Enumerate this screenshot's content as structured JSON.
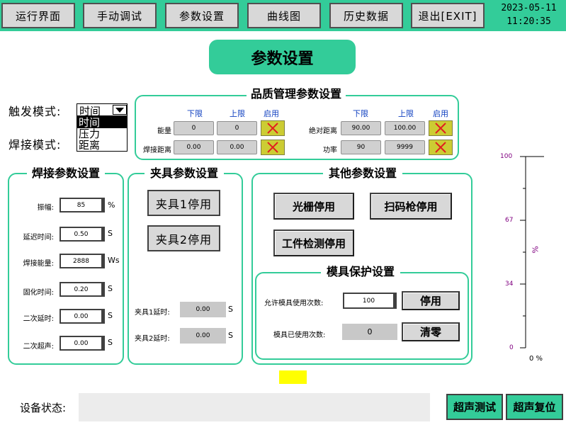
{
  "nav": {
    "run": "运行界面",
    "manual": "手动调试",
    "params": "参数设置",
    "curve": "曲线图",
    "history": "历史数据",
    "exit": "退出[EXIT]"
  },
  "clock": {
    "date": "2023-05-11",
    "time": "11:20:35"
  },
  "page_title": "参数设置",
  "trigger": {
    "label": "触发模式:",
    "selected": "时间",
    "options": [
      "时间",
      "压力",
      "距离"
    ]
  },
  "weld_mode": {
    "label": "焊接模式:"
  },
  "quality": {
    "title": "品质管理参数设置",
    "hdr_lower": "下限",
    "hdr_upper": "上限",
    "hdr_enable": "启用",
    "rows_left": [
      {
        "label": "能量",
        "lower": "0",
        "upper": "0"
      },
      {
        "label": "焊接距离",
        "lower": "0.00",
        "upper": "0.00"
      }
    ],
    "rows_right": [
      {
        "label": "绝对距离",
        "lower": "90.00",
        "upper": "100.00"
      },
      {
        "label": "功率",
        "lower": "90",
        "upper": "9999"
      }
    ]
  },
  "weld_params": {
    "title": "焊接参数设置",
    "rows": [
      {
        "label": "振幅:",
        "value": "85",
        "unit": "%"
      },
      {
        "label": "延迟时间:",
        "value": "0.50",
        "unit": "S"
      },
      {
        "label": "焊接能量:",
        "value": "2888",
        "unit": "Ws"
      },
      {
        "label": "固化时间:",
        "value": "0.20",
        "unit": "S"
      },
      {
        "label": "二次延时:",
        "value": "0.00",
        "unit": "S"
      },
      {
        "label": "二次超声:",
        "value": "0.00",
        "unit": "S"
      }
    ]
  },
  "clamp": {
    "title": "夹具参数设置",
    "btn1": "夹具1停用",
    "btn2": "夹具2停用",
    "delay1_label": "夹具1延时:",
    "delay1_value": "0.00",
    "delay1_unit": "S",
    "delay2_label": "夹具2延时:",
    "delay2_value": "0.00",
    "delay2_unit": "S"
  },
  "other": {
    "title": "其他参数设置",
    "grating": "光栅停用",
    "scanner": "扫码枪停用",
    "inspect": "工件检测停用"
  },
  "mold": {
    "title": "模具保护设置",
    "allowed_label": "允许模具使用次数:",
    "allowed_value": "100",
    "disable_btn": "停用",
    "used_label": "模具已使用次数:",
    "used_value": "0",
    "reset_btn": "清零"
  },
  "gauge": {
    "ticks": [
      "100",
      "67",
      "34",
      "0"
    ],
    "side_label": "%",
    "bottom_label": "0 %",
    "value_percent": 0
  },
  "status": {
    "label": "设备状态:",
    "value": ""
  },
  "buttons": {
    "ultra_test": "超声测试",
    "ultra_reset": "超声复位"
  },
  "colors": {
    "accent": "#33cc99",
    "indicator": "#ffff00",
    "enable_box": "#cccc33",
    "x_mark": "#e02020"
  }
}
